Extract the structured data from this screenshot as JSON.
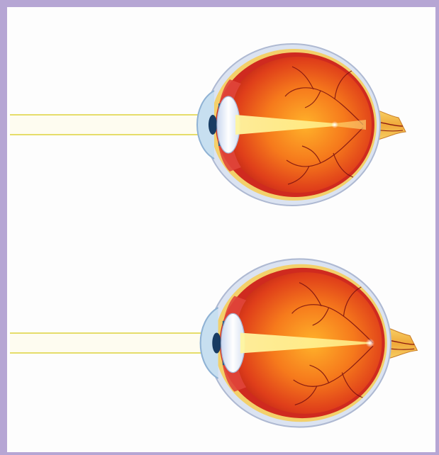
{
  "colors": {
    "page_border": "#b6a6d4",
    "paper": "#fdfdfd",
    "light_ray": "#e8e070",
    "sclera": "#dfe6f2",
    "choroid": "#d12e22",
    "retina_warm": "#ff9d22",
    "lens": "#eef3fb",
    "cornea": "#b8d5ea",
    "optic_nerve": "#f3c24a",
    "vessel": "#7a1010"
  },
  "panels": [
    {
      "id": "top-eye",
      "focus": "in-front-of-retina"
    },
    {
      "id": "bottom-eye",
      "focus": "on-retina"
    }
  ]
}
